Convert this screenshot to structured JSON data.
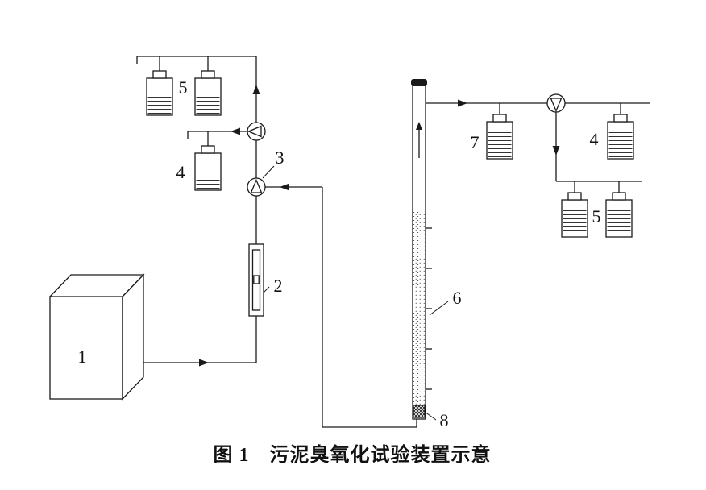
{
  "figure": {
    "caption": "图 1　污泥臭氧化试验装置示意",
    "labels": {
      "generator": "1",
      "flowmeter": "2",
      "valve": "3",
      "absorber_left_4": "4",
      "absorber_left_5": "5",
      "reaction_column": "6",
      "absorber_right_7": "7",
      "absorber_right_4": "4",
      "absorber_right_5": "5",
      "diffuser": "8"
    },
    "colors": {
      "ink": "#1a1a1a",
      "background": "#ffffff"
    }
  }
}
